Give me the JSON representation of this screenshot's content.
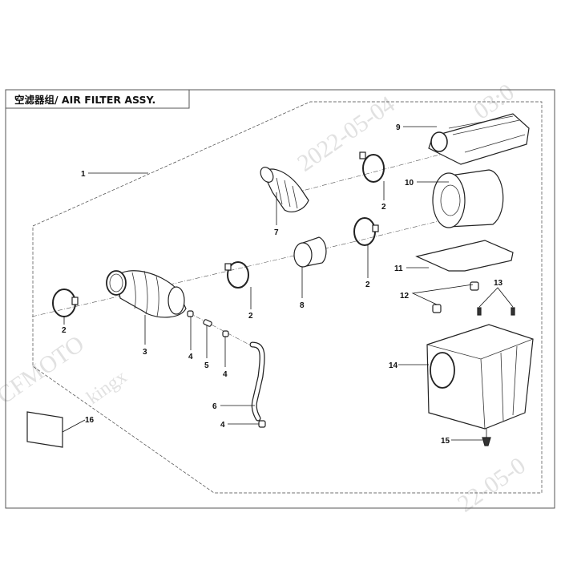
{
  "title": "空滤器组/ AIR FILTER ASSY.",
  "watermarks": [
    "2022-05-04",
    "CFMOTO",
    "kingx",
    "03:0",
    "22-05-0"
  ],
  "callouts": {
    "c1": "1",
    "c2a": "2",
    "c2b": "2",
    "c2c": "2",
    "c2d": "2",
    "c3": "3",
    "c4a": "4",
    "c4b": "4",
    "c4c": "4",
    "c5": "5",
    "c6": "6",
    "c7": "7",
    "c8": "8",
    "c9": "9",
    "c10": "10",
    "c11": "11",
    "c12": "12",
    "c13": "13",
    "c14": "14",
    "c15": "15",
    "c16": "16"
  }
}
